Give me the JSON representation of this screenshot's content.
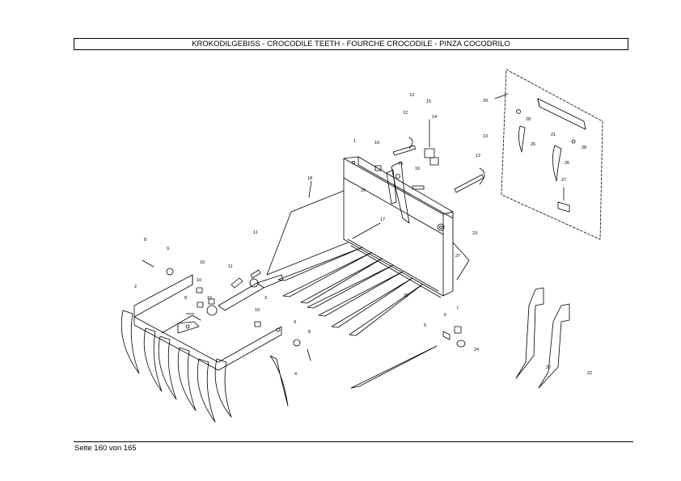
{
  "header": {
    "title": "KROKODILGEBISS - CROCODILE TEETH - FOURCHE CROCODILE - PINZA COCODRILO"
  },
  "diagram": {
    "callouts": {
      "n1": "1",
      "n2": "2",
      "n3": "3",
      "n4": "4",
      "n5": "5",
      "n6": "6",
      "n7": "7",
      "n8a": "8",
      "n8b": "8",
      "n8c": "8",
      "n9a": "9",
      "n9b": "9",
      "n10a": "10",
      "n10b": "10",
      "n10c": "10",
      "n10d": "10",
      "n10e": "10",
      "n11a": "11",
      "n11b": "11",
      "n12a": "12",
      "n12b": "12",
      "n13a": "13",
      "n13b": "13",
      "n14": "14",
      "n15": "15",
      "n16": "16",
      "n17": "17",
      "n18": "18",
      "n19": "19",
      "n20": "20",
      "n21": "21",
      "n22a": "22",
      "n22b": "22",
      "n23": "23",
      "n24": "24",
      "n25": "25",
      "n26a": "26",
      "n26b": "26",
      "n27a": "27",
      "n27b": "27",
      "n28a": "28",
      "n28b": "28",
      "n29": "29"
    }
  },
  "footer": {
    "page_label": "Seite 160 von 165"
  }
}
